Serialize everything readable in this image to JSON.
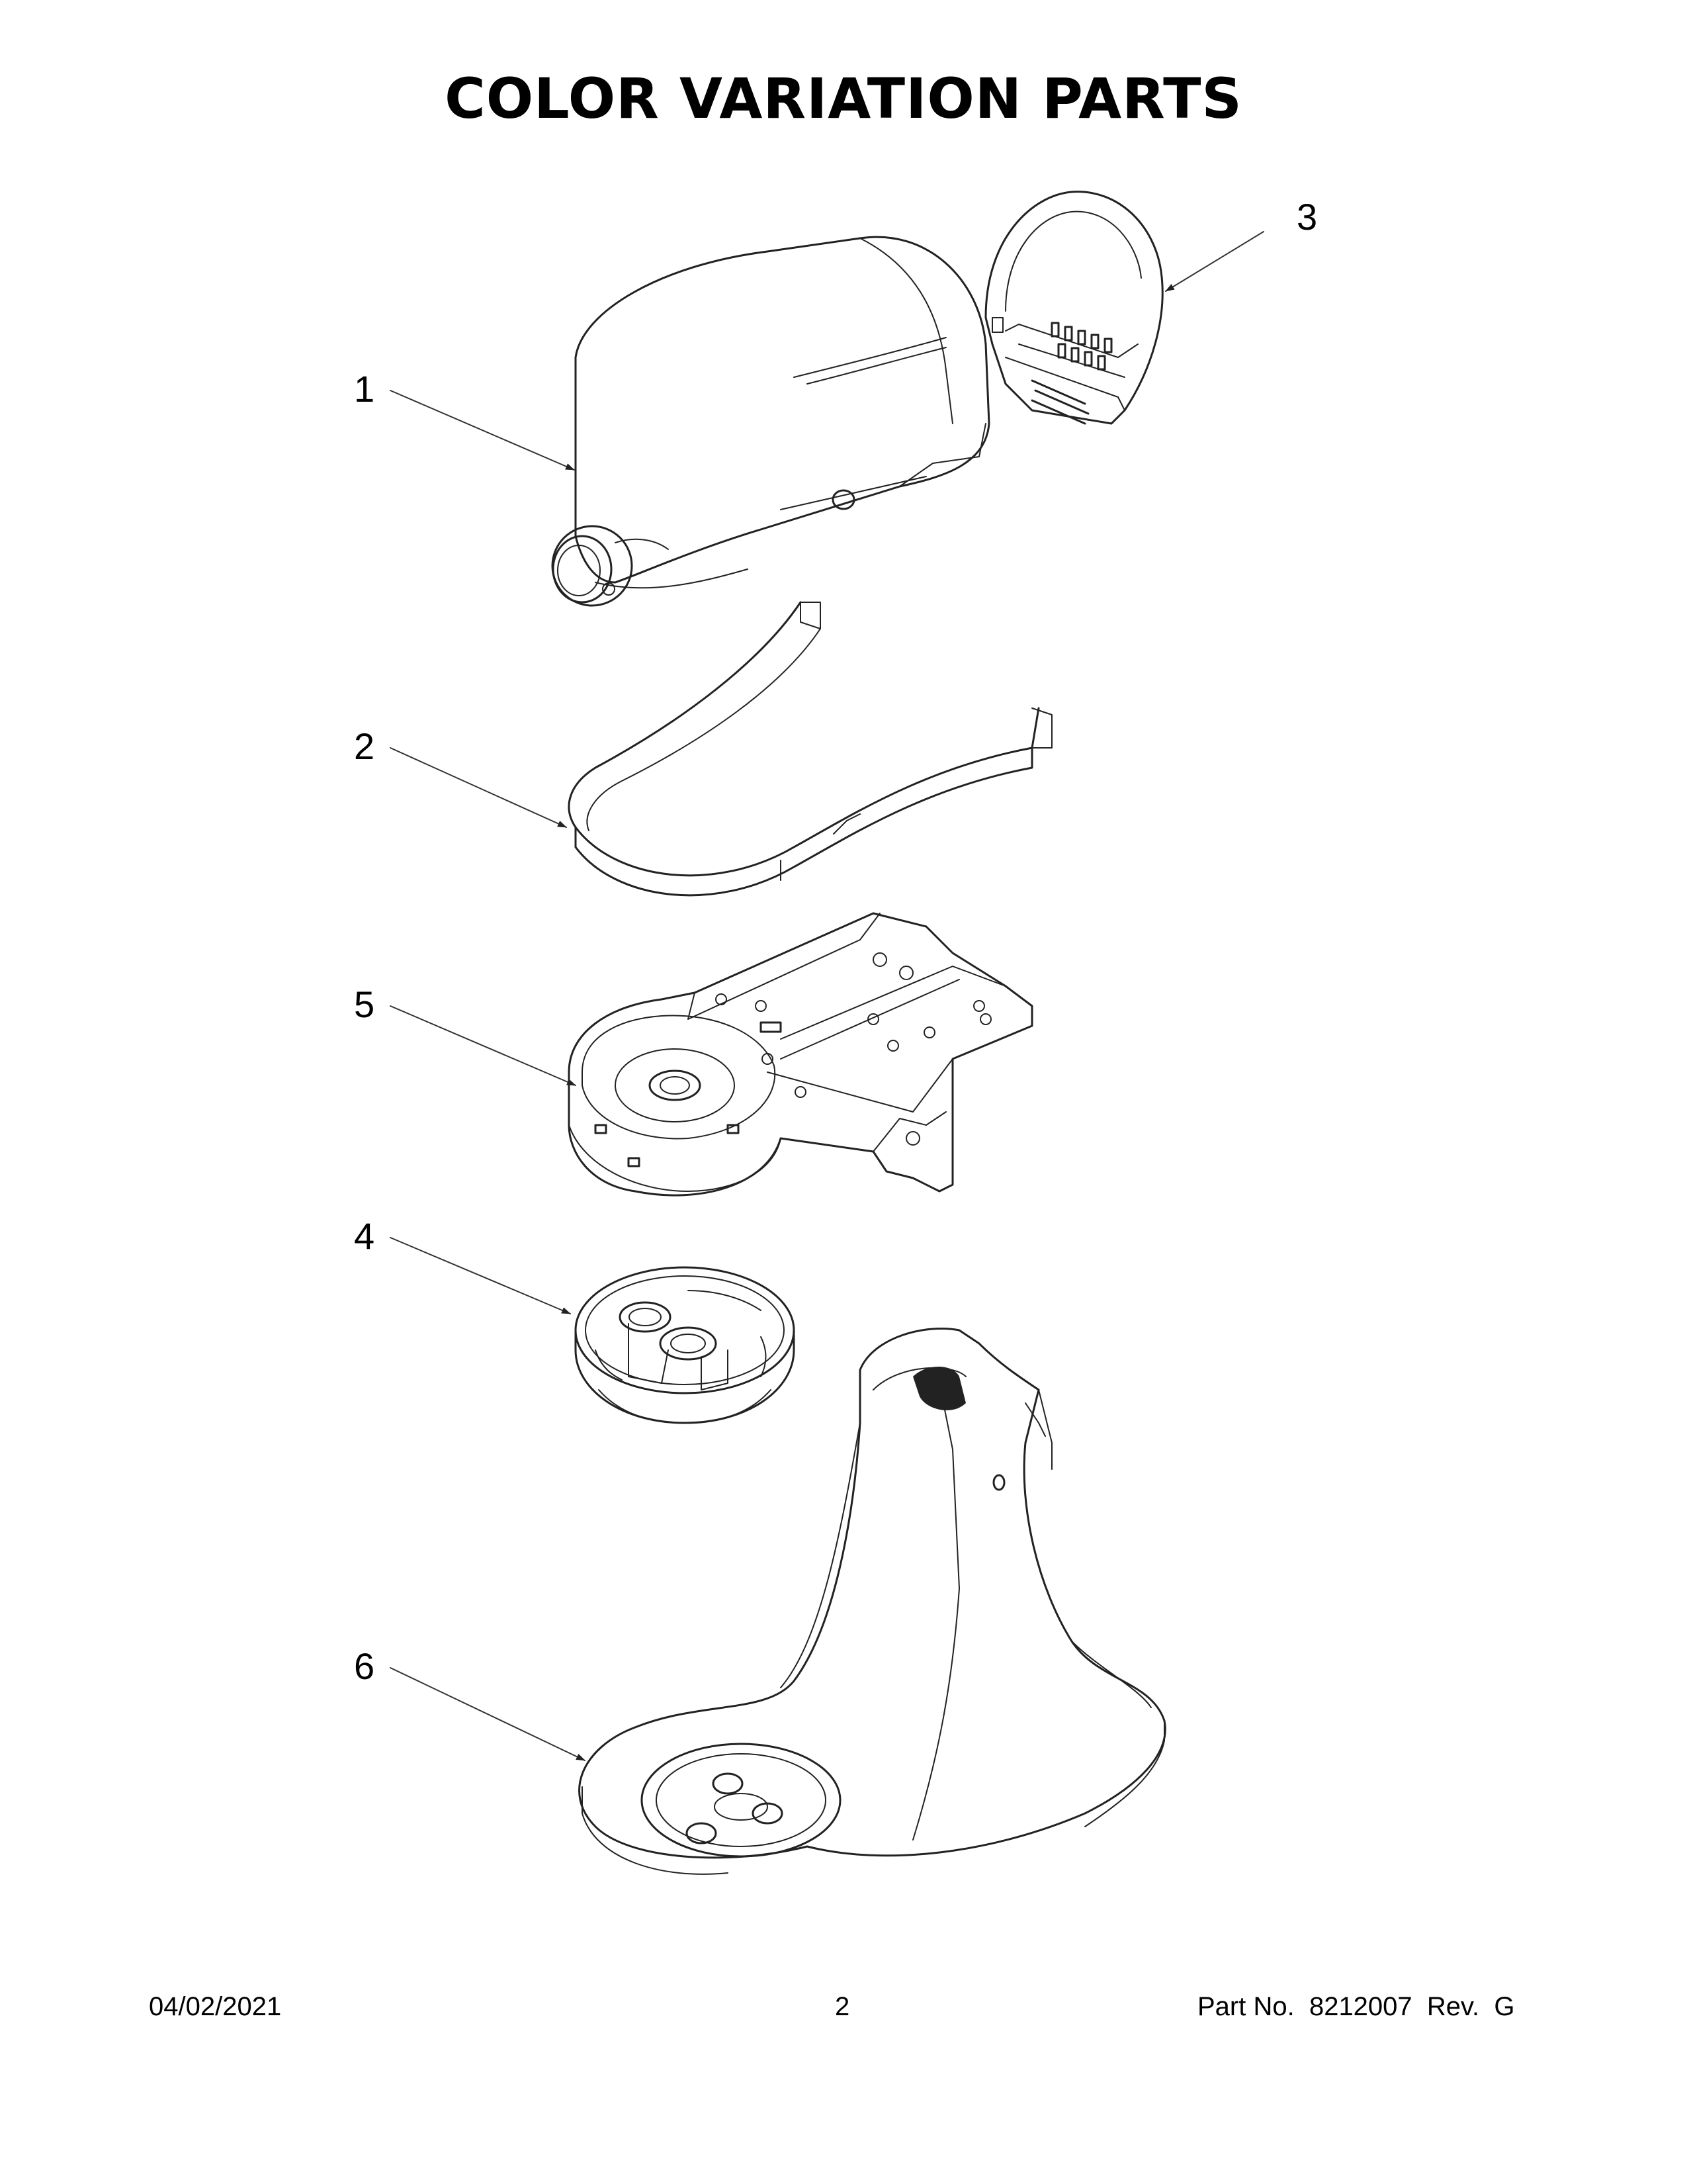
{
  "title": "COLOR VARIATION PARTS",
  "callouts": [
    {
      "id": "1",
      "label": "1"
    },
    {
      "id": "2",
      "label": "2"
    },
    {
      "id": "3",
      "label": "3"
    },
    {
      "id": "4",
      "label": "4"
    },
    {
      "id": "5",
      "label": "5"
    },
    {
      "id": "6",
      "label": "6"
    }
  ],
  "footer": {
    "date": "04/02/2021",
    "page": "2",
    "part_no": "Part No.  8212007  Rev.  G"
  }
}
